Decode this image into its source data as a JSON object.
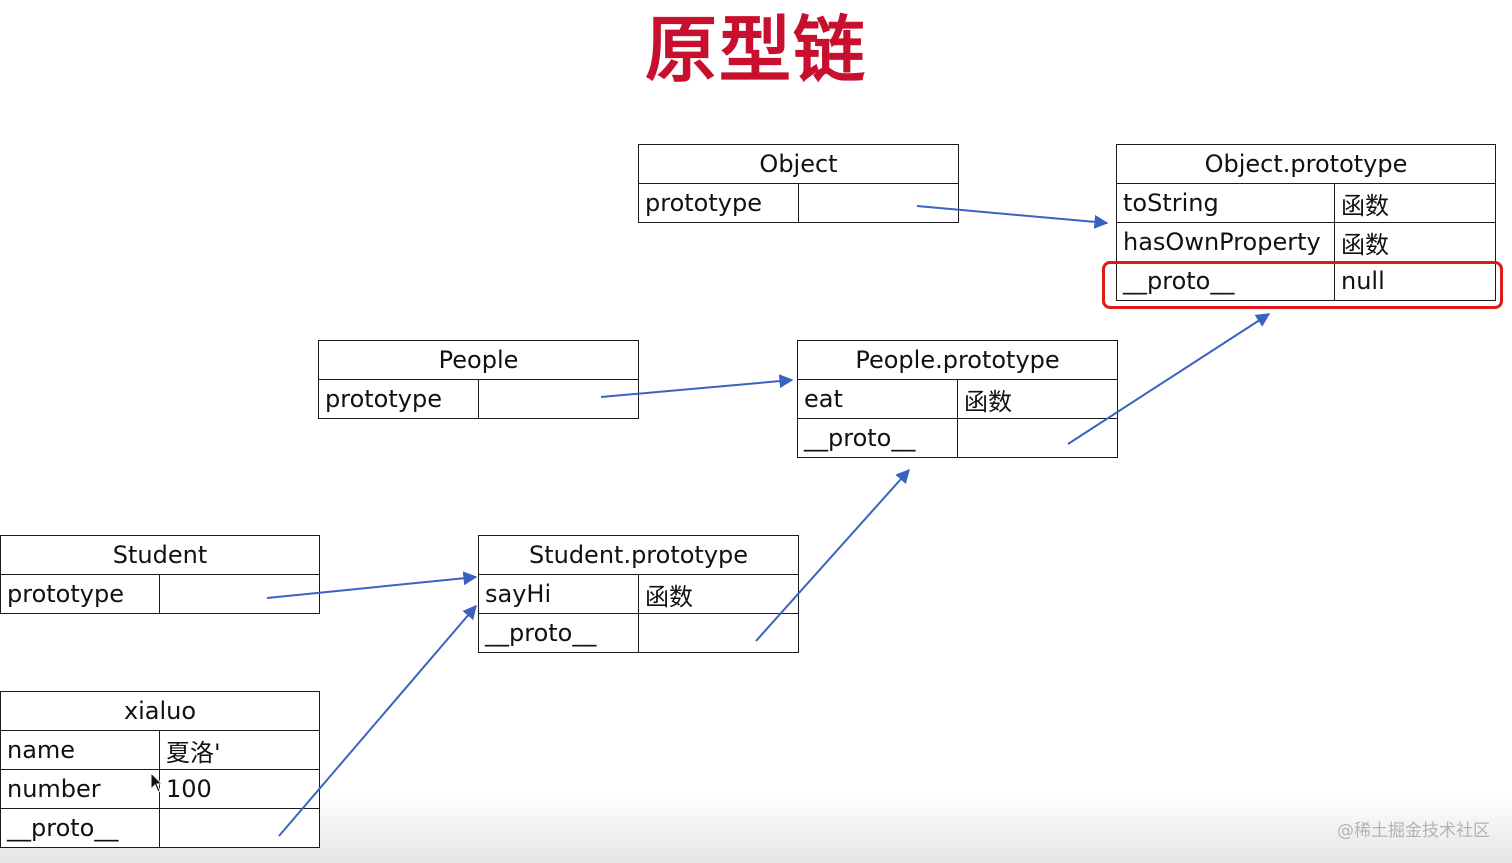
{
  "title": "原型链",
  "colors": {
    "title": "#c8102e",
    "arrow": "#3a62c0",
    "highlight": "#e01919",
    "border": "#1a1a1a"
  },
  "tables": {
    "object": {
      "header": "Object",
      "rows": [
        {
          "key": "prototype",
          "value": ""
        }
      ]
    },
    "object_prototype": {
      "header": "Object.prototype",
      "rows": [
        {
          "key": "toString",
          "value": "函数"
        },
        {
          "key": "hasOwnProperty",
          "value": "函数"
        },
        {
          "key": "__proto__",
          "value": "null"
        }
      ]
    },
    "people": {
      "header": "People",
      "rows": [
        {
          "key": "prototype",
          "value": ""
        }
      ]
    },
    "people_prototype": {
      "header": "People.prototype",
      "rows": [
        {
          "key": "eat",
          "value": "函数"
        },
        {
          "key": "__proto__",
          "value": ""
        }
      ]
    },
    "student": {
      "header": "Student",
      "rows": [
        {
          "key": "prototype",
          "value": ""
        }
      ]
    },
    "student_prototype": {
      "header": "Student.prototype",
      "rows": [
        {
          "key": "sayHi",
          "value": "函数"
        },
        {
          "key": "__proto__",
          "value": ""
        }
      ]
    },
    "xialuo": {
      "header": "xialuo",
      "rows": [
        {
          "key": "name",
          "value": "夏洛'"
        },
        {
          "key": "number",
          "value": "100"
        },
        {
          "key": "__proto__",
          "value": ""
        }
      ]
    }
  },
  "highlight": {
    "target": "Object.prototype.__proto__ = null"
  },
  "watermark": "@稀土掘金技术社区"
}
